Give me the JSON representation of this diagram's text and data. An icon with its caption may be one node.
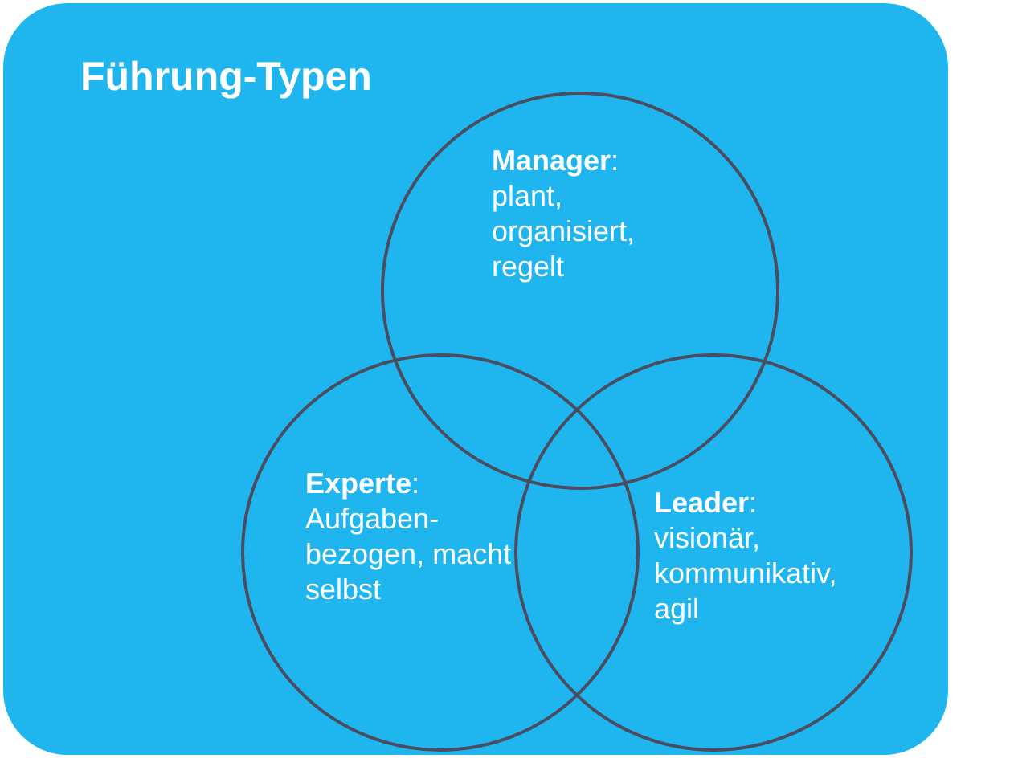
{
  "diagram": {
    "nodes": [
      {
        "text": [
          "Führung-Typen"
        ]
      },
      {
        "text": [
          "**Manager**:",
          "plant, organisiert, regelt"
        ],
        "in": 0
      },
      {
        "text": [
          "**Experte**:",
          "Aufgaben-bezogen, macht selbst"
        ],
        "in": 0
      },
      {
        "text": [
          "**Leader**:",
          "visionär, kommunikativ, agil"
        ],
        "in": 0
      }
    ],
    "edges": []
  }
}
